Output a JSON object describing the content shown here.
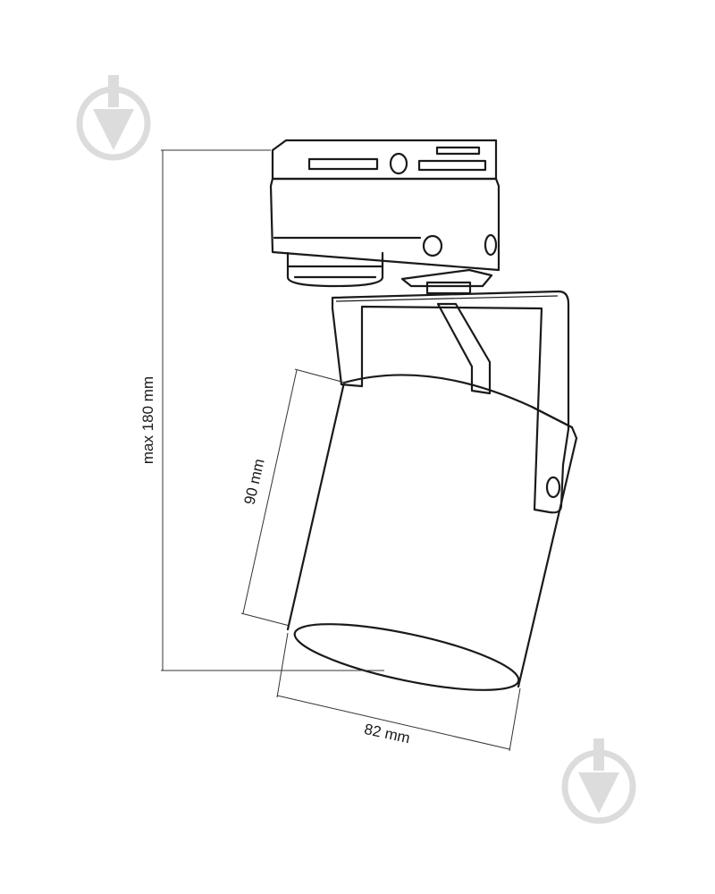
{
  "dimensions": {
    "height_label": "max 180 mm",
    "length_label": "90 mm",
    "diameter_label": "82 mm"
  },
  "colors": {
    "line": "#1a1a1a",
    "watermark": "#dcdcdc"
  },
  "watermark_icon": "pin-drop-icon"
}
